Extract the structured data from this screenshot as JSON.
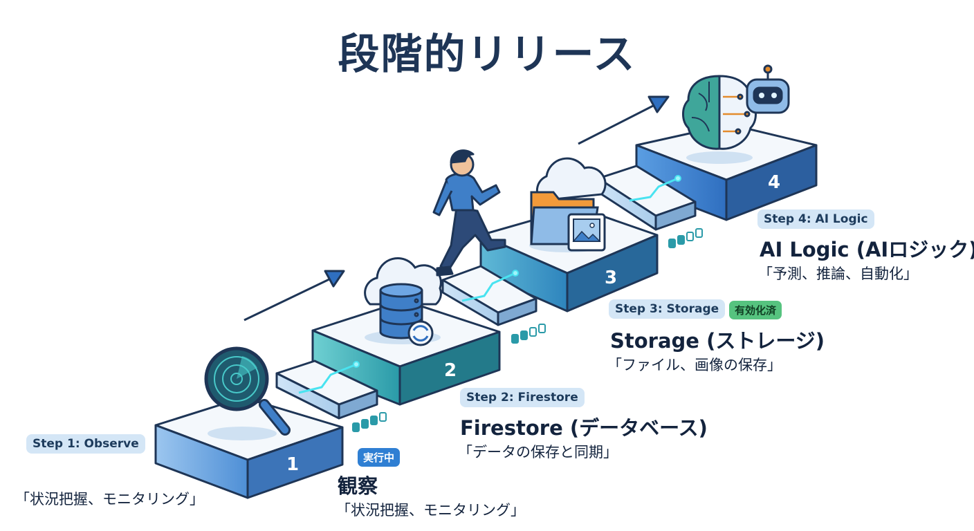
{
  "title": "段階的リリース",
  "steps": [
    {
      "number": "1",
      "badge": "Step 1: Observe",
      "status": "実行中",
      "heading": "観察",
      "description": "「状況把握、モニタリング」",
      "badge_description": "「状況把握、モニタリング」"
    },
    {
      "number": "2",
      "badge": "Step 2: Firestore",
      "heading": "Firestore (データベース)",
      "description": "「データの保存と同期」"
    },
    {
      "number": "3",
      "badge": "Step 3: Storage",
      "status": "有効化済",
      "heading": "Storage (ストレージ)",
      "description": "「ファイル、画像の保存」"
    },
    {
      "number": "4",
      "badge": "Step 4: AI Logic",
      "heading": "AI Logic (AIロジック)",
      "description": "「予測、推論、自動化」"
    }
  ],
  "icons": [
    "magnifier-radar-icon",
    "cloud-database-icon",
    "cloud-folder-image-icon",
    "brain-robot-icon",
    "person-climbing-icon"
  ],
  "colors": {
    "step1": "#6fa7de",
    "step2": "#3bb0b7",
    "step3": "#3b98c6",
    "step4": "#3f7fc8",
    "outline": "#1e3556"
  }
}
